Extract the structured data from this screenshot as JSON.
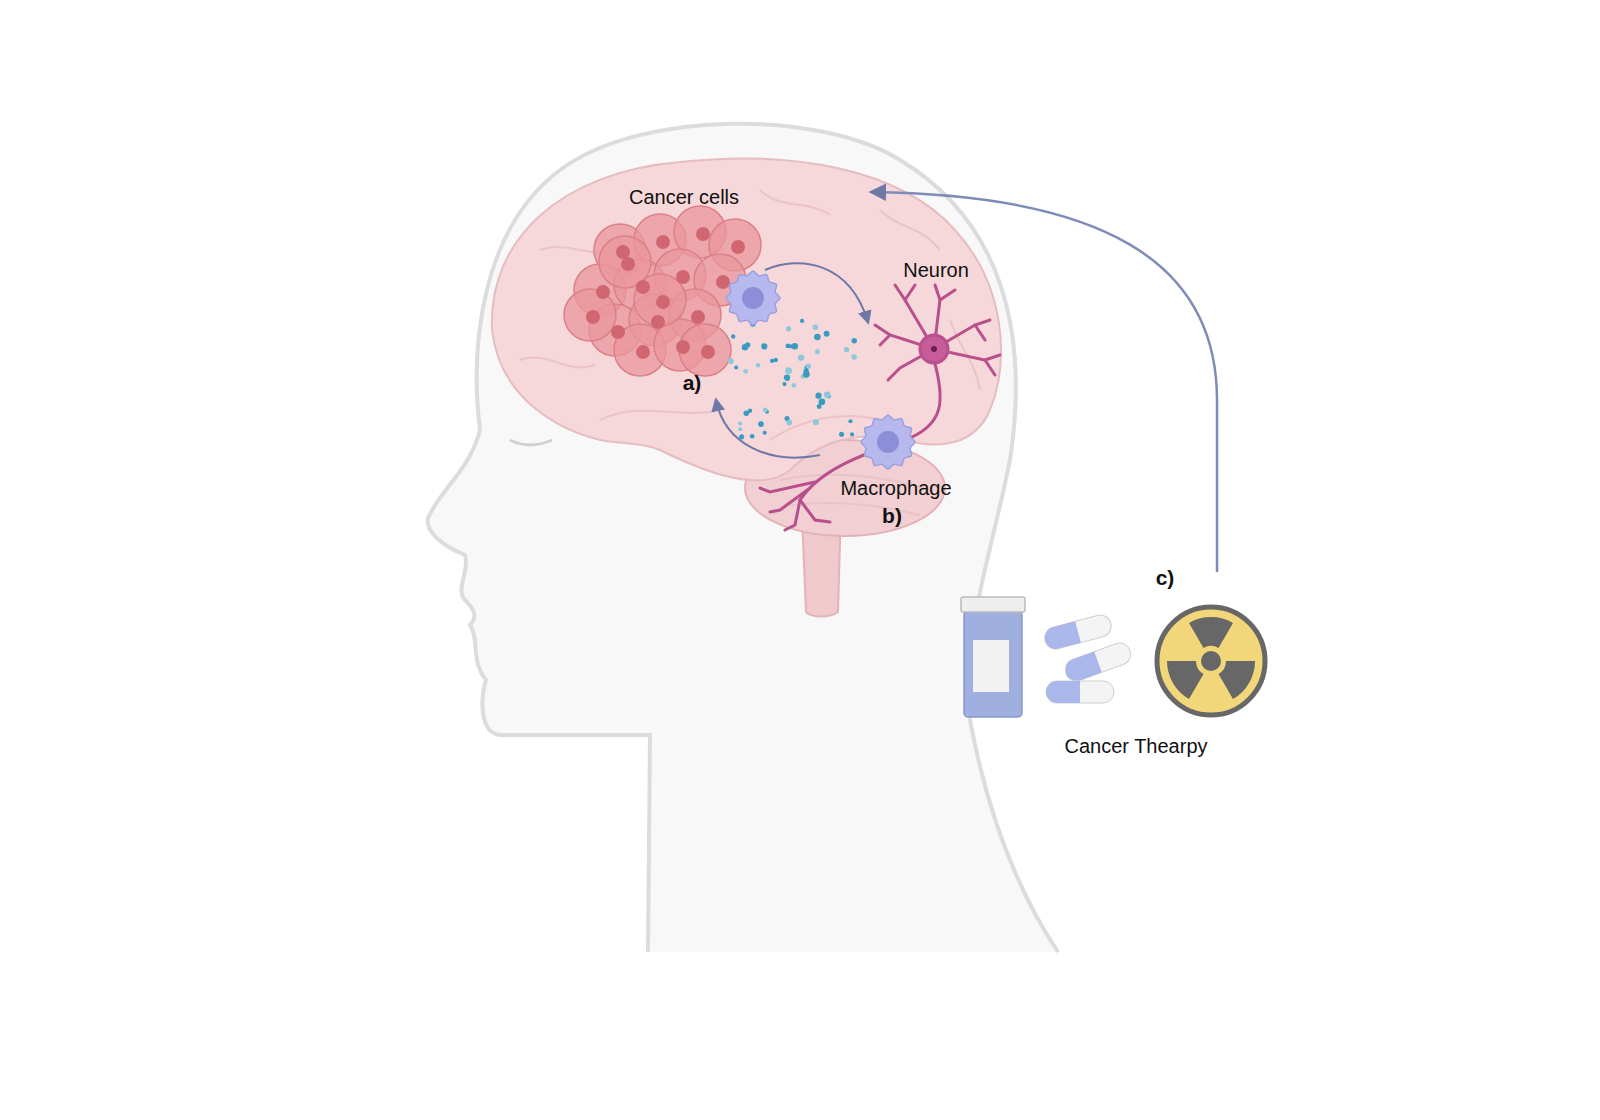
{
  "diagram": {
    "labels": [
      "Cancer cells",
      "Neuron",
      "a)",
      "Macrophage",
      "b)",
      "c)",
      "Cancer Thearpy"
    ]
  }
}
